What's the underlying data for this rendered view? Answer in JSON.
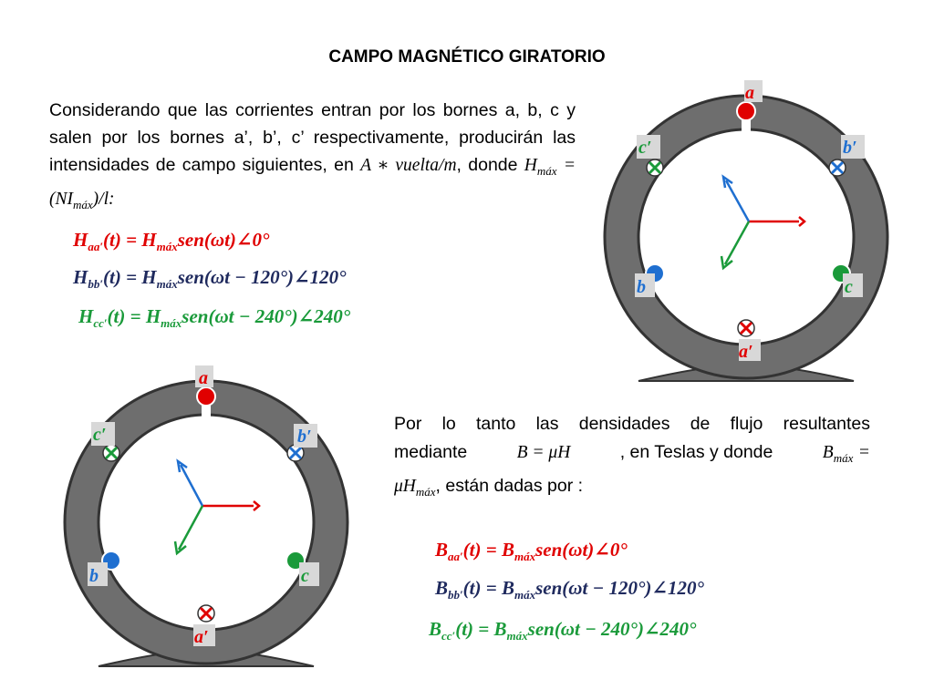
{
  "title": "CAMPO MAGNÉTICO GIRATORIO",
  "intro": {
    "text": "Considerando que las corrientes entran por los bornes a, b, c y salen por los bornes a’, b’, c’ respectivamente, producirán las intensidades de campo siguientes, en",
    "unit_math": "A ∗ vuelta/m",
    "mid": ", donde",
    "hmax_math": "H",
    "hmax_sub": "máx",
    "hmax_rhs": "= (NI",
    "hmax_rhs_sub": "máx",
    "hmax_end": ")/l:"
  },
  "h_equations": [
    {
      "lhs": "H",
      "sub": "aa′",
      "rhs": "(t) = H",
      "rsub": "máx",
      "tail": "sen(ωt)∠0°",
      "color": "#e00000"
    },
    {
      "lhs": "H",
      "sub": "bb′",
      "rhs": "(t) = H",
      "rsub": "máx",
      "tail": "sen(ωt − 120°)∠120°",
      "color": "#1f2a5e"
    },
    {
      "lhs": "H",
      "sub": "cc′",
      "rhs": "(t) = H",
      "rsub": "máx",
      "tail": "sen(ωt − 240°)∠240°",
      "color": "#1a9a3a"
    }
  ],
  "flux_para": {
    "line1": "Por lo tanto las densidades de flujo resultantes",
    "line2a": "mediante",
    "line2m": "B = μH",
    "line2b": ", en Teslas y donde",
    "line2m2": "B",
    "line2sub": "máx",
    "line2end": "=",
    "line3m": "μH",
    "line3sub": "máx",
    "line3end": ", están dadas por :"
  },
  "b_equations": [
    {
      "lhs": "B",
      "sub": "aa′",
      "rhs": "(t) = B",
      "rsub": "máx",
      "tail": "sen(ωt)∠0°",
      "color": "#e00000"
    },
    {
      "lhs": "B",
      "sub": "bb′",
      "rhs": "(t) = B",
      "rsub": "máx",
      "tail": "sen(ωt − 120°)∠120°",
      "color": "#1f2a5e"
    },
    {
      "lhs": "B",
      "sub": "cc′",
      "rhs": "(t) = B",
      "rsub": "máx",
      "tail": "sen(ωt − 240°)∠240°",
      "color": "#1a9a3a"
    }
  ],
  "terminals": {
    "a": "a",
    "a_prime": "a′",
    "b": "b",
    "b_prime": "b′",
    "c": "c",
    "c_prime": "c′"
  },
  "colors": {
    "phase_a": "#e00000",
    "phase_b": "#1f6fd0",
    "phase_c": "#1a9a3a",
    "stator": "#6e6e6e",
    "label_bg": "#d8d8d8"
  }
}
